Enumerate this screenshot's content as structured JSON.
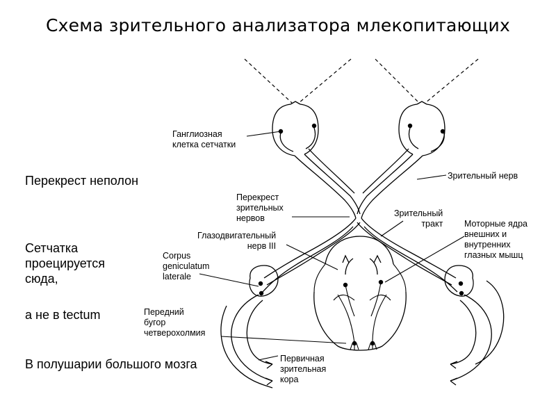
{
  "title": "Схема зрительного анализатора млекопитающих",
  "side_notes": {
    "chiasm": "Перекрест неполон",
    "retina_line1": "Сетчатка",
    "retina_line2": "проецируется",
    "retina_line3": "сюда,",
    "tectum": "а не в tectum",
    "hemispheres": "В полушарии большого мозга"
  },
  "labels": {
    "ganglion_cell": [
      "Ганглиозная",
      "клетка сетчатки"
    ],
    "optic_nerve": "Зрительный нерв",
    "chiasm": [
      "Перекрест",
      "зрительных",
      "нервов"
    ],
    "optic_tract": [
      "Зрительный",
      "тракт"
    ],
    "oculomotor_nerve": [
      "Глазодвигательный",
      "нерв III"
    ],
    "motor_nuclei": [
      "Моторные ядра",
      "внешних и",
      "внутренних",
      "глазных мышц"
    ],
    "lgn": [
      "Corpus",
      "geniculatum",
      "laterale"
    ],
    "superior_colliculus": [
      "Передний",
      "бугор",
      "четверохолмия"
    ],
    "visual_cortex": [
      "Первичная",
      "зрительная",
      "кора"
    ]
  }
}
